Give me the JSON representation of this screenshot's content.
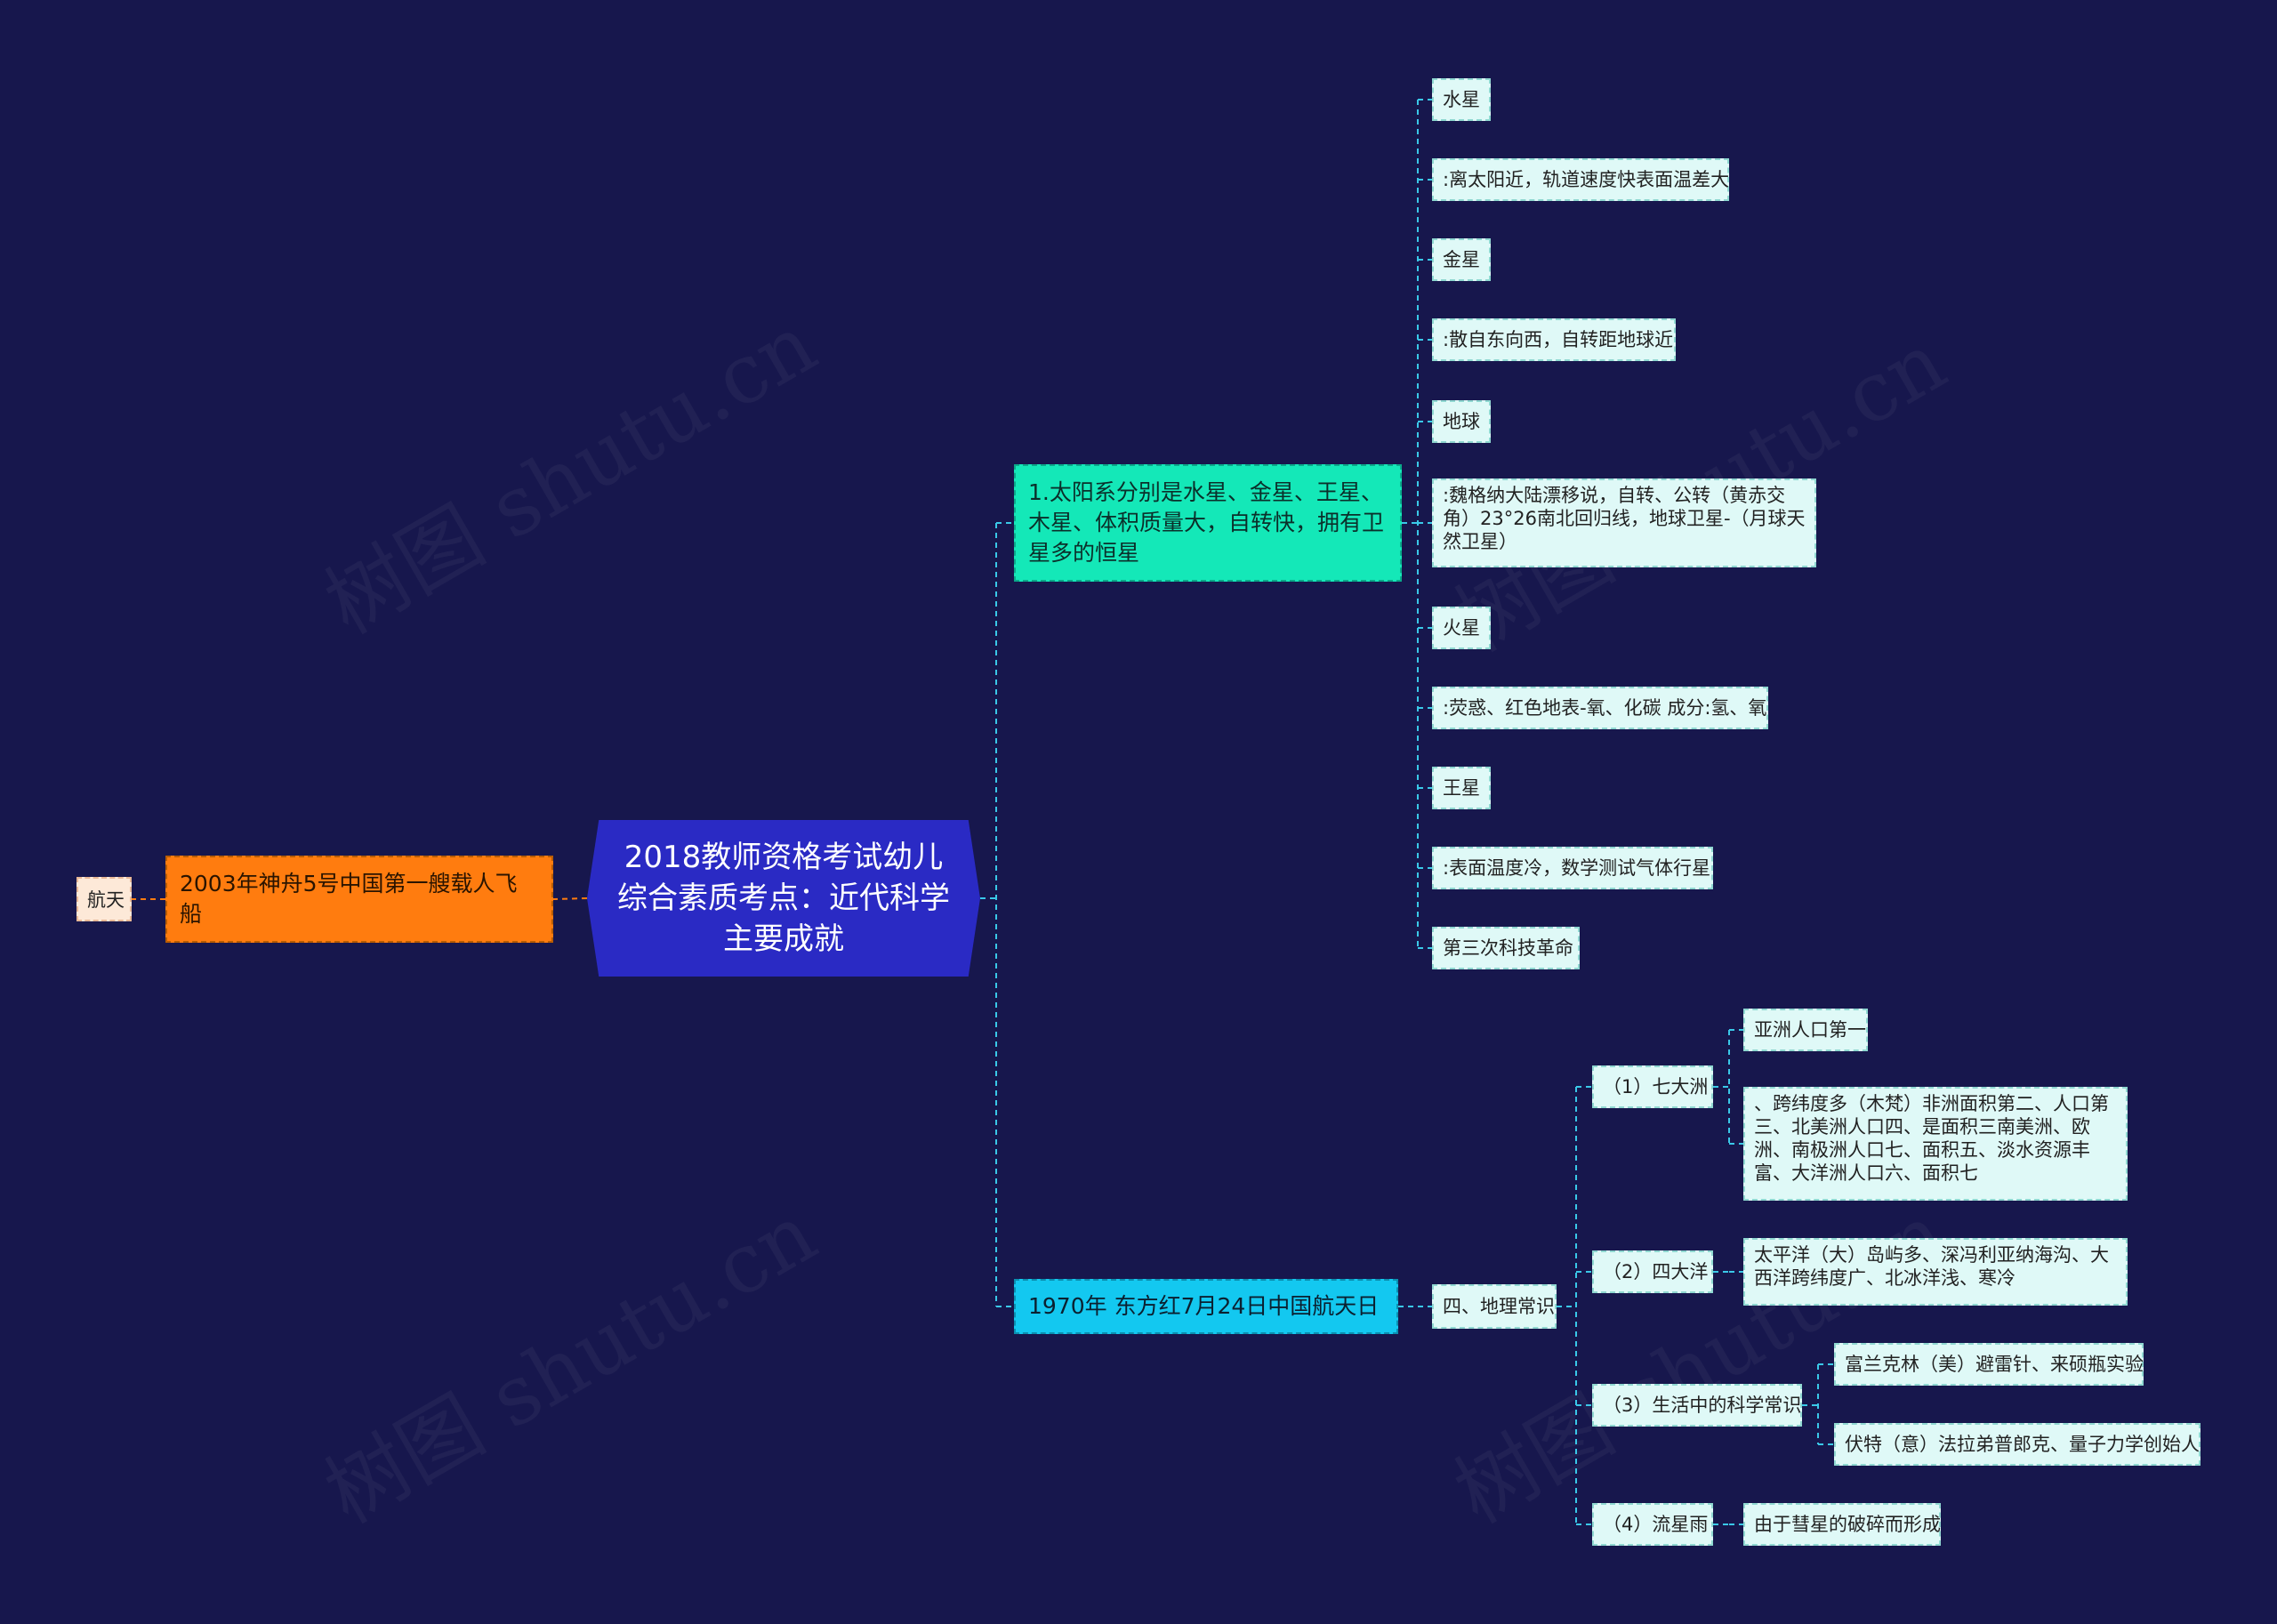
{
  "root": {
    "title": "2018教师资格考试幼儿综合素质考点：近代科学主要成就"
  },
  "left": {
    "branch": "2003年神舟5号中国第一艘载人飞船",
    "leaf": "航天"
  },
  "solar": {
    "branch": "1.太阳系分别是水星、金星、王星、木星、体积质量大，自转快，拥有卫星多的恒星",
    "items": [
      "水星",
      ":离太阳近，轨道速度快表面温差大",
      "金星",
      ":散自东向西，自转距地球近",
      "地球",
      ":魏格纳大陆漂移说，自转、公转（黄赤交角）23°26南北回归线，地球卫星-（月球天然卫星）",
      "火星",
      ":荧惑、红色地表-氧、化碳 成分:氢、氧",
      "王星",
      ":表面温度冷，数学测试气体行星",
      "第三次科技革命"
    ]
  },
  "space": {
    "branch": "1970年 东方红7月24日中国航天日",
    "geo": "四、地理常识",
    "continents": {
      "label": "（1）七大洲",
      "children": [
        "亚洲人口第一",
        "、跨纬度多（木梵）非洲面积第二、人口第三、北美洲人口四、是面积三南美洲、欧洲、南极洲人口七、面积五、淡水资源丰富、大洋洲人口六、面积七"
      ]
    },
    "oceans": {
      "label": "（2）四大洋",
      "children": [
        "太平洋（大）岛屿多、深冯利亚纳海沟、大西洋跨纬度广、北冰洋浅、寒冷"
      ]
    },
    "science": {
      "label": "（3）生活中的科学常识",
      "children": [
        "富兰克林（美）避雷针、来硕瓶实验",
        "伏特（意）法拉弟普郎克、量子力学创始人"
      ]
    },
    "meteor": {
      "label": "（4）流星雨",
      "children": [
        "由于彗星的破碎而形成"
      ]
    }
  },
  "watermark": "树图 shutu.cn",
  "colors": {
    "background": "#17174d",
    "root": "#2a2ac4",
    "orange": "#ff7c0f",
    "green": "#14e8b8",
    "cyan": "#13c8f0",
    "leaf": "#dff9f7"
  }
}
